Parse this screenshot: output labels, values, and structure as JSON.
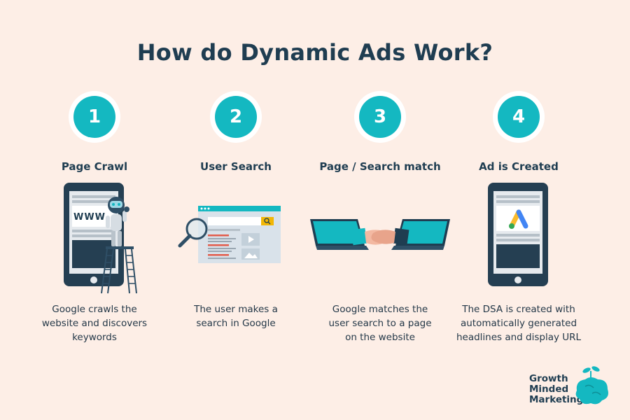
{
  "title": "How do Dynamic Ads Work?",
  "steps": [
    {
      "number": "1",
      "title": "Page Crawl",
      "description": [
        "Google crawls the",
        "website and discovers",
        "keywords"
      ],
      "screen_text": "WWW"
    },
    {
      "number": "2",
      "title": "User Search",
      "description": [
        "The user makes a",
        "search in Google"
      ]
    },
    {
      "number": "3",
      "title": "Page / Search match",
      "description": [
        "Google matches the",
        "user search to a page",
        "on the website"
      ]
    },
    {
      "number": "4",
      "title": "Ad is Created",
      "description": [
        "The DSA is created with",
        "automatically generated",
        "headlines and display URL"
      ]
    }
  ],
  "logo": {
    "lines": [
      "Growth",
      "Minded",
      "Marketing"
    ]
  },
  "colors": {
    "background": "#fdeee6",
    "accent": "#14b8c1",
    "navy": "#1f3d51"
  }
}
